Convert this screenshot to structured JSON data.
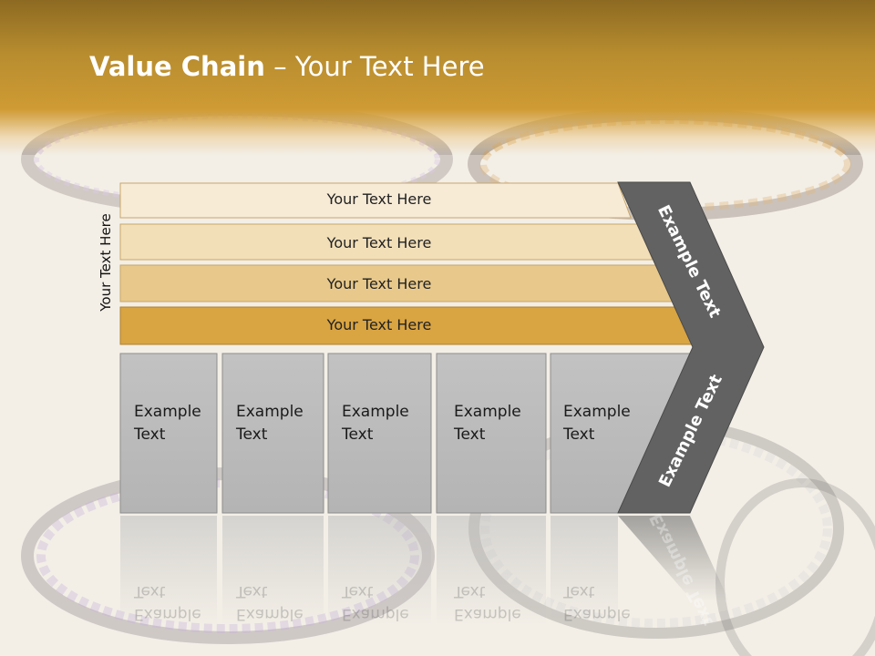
{
  "slide": {
    "title_bold": "Value Chain",
    "title_rest": " – Your Text Here",
    "side_label": "Your Text Here"
  },
  "bars": [
    {
      "label": "Your Text Here",
      "color": "#f7ebd6"
    },
    {
      "label": "Your Text Here",
      "color": "#f2dfb8"
    },
    {
      "label": "Your Text Here",
      "color": "#e8c98b"
    },
    {
      "label": "Your Text Here",
      "color": "#d9a442"
    }
  ],
  "cards": [
    {
      "line1": "Example",
      "line2": "Text"
    },
    {
      "line1": "Example",
      "line2": "Text"
    },
    {
      "line1": "Example",
      "line2": "Text"
    },
    {
      "line1": "Example",
      "line2": "Text"
    },
    {
      "line1": "Example",
      "line2": "Text"
    }
  ],
  "chevron": {
    "upper_label": "Example Text",
    "lower_label": "Example Text",
    "color": "#626262"
  }
}
